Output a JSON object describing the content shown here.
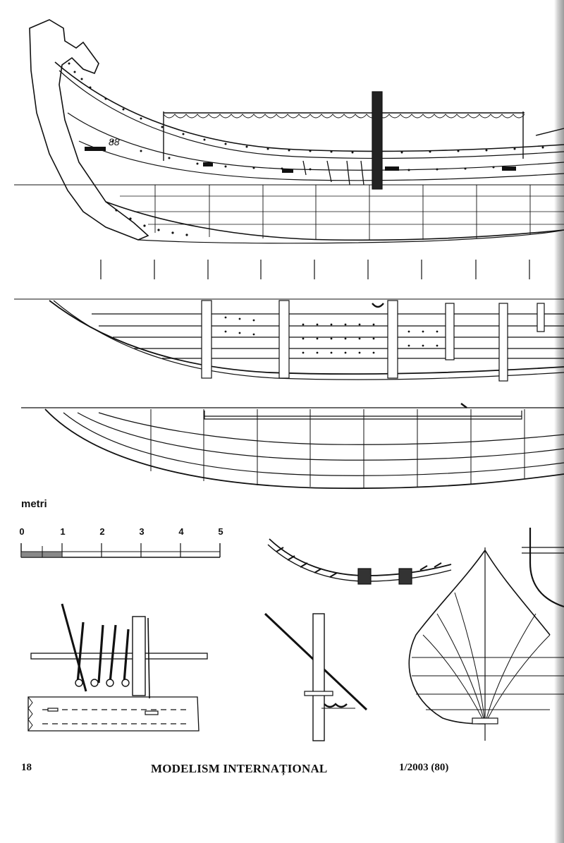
{
  "scale": {
    "label": "metri",
    "ticks": [
      "0",
      "1",
      "2",
      "3",
      "4",
      "5"
    ]
  },
  "hull_mark": "88",
  "footer": {
    "page_number": "18",
    "magazine_title": "MODELISM INTERNAȚIONAL",
    "issue": "1/2003 (80)"
  }
}
